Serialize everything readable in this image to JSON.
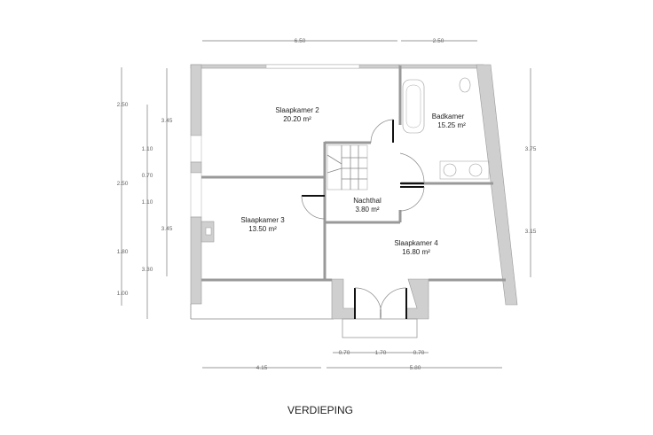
{
  "title": "VERDIEPING",
  "rooms": [
    {
      "name": "Slaapkamer 2",
      "area": "20.20 m²"
    },
    {
      "name": "Badkamer",
      "area": "15.25 m²"
    },
    {
      "name": "Nachthal",
      "area": "3.80 m²"
    },
    {
      "name": "Slaapkamer 3",
      "area": "13.50 m²"
    },
    {
      "name": "Slaapkamer 4",
      "area": "16.80 m²"
    }
  ],
  "dimensions": {
    "top": [
      "6.50",
      "2.50"
    ],
    "left_outer": [
      "2.50",
      "2.50",
      "1.80",
      "1.00"
    ],
    "left_middle": [
      "1.10",
      "0.70",
      "1.10",
      "3.30"
    ],
    "left_inner": [
      "3.45",
      "3.45"
    ],
    "right": [
      "3.75",
      "3.15"
    ],
    "bottom_small": [
      "0.70",
      "1.70",
      "0.70"
    ],
    "bottom": [
      "4.15",
      "5.80"
    ]
  }
}
